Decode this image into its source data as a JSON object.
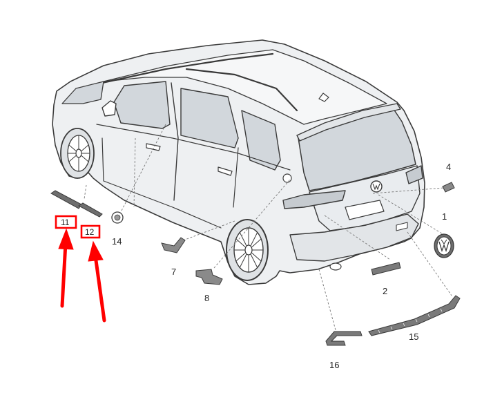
{
  "colors": {
    "outline": "#3a3a3a",
    "body_fill": "#eef0f2",
    "glass_fill": "#d2d7dc",
    "highlight_box": "#ff0000",
    "arrow": "#ff0000",
    "part_fill": "#6e6e6e"
  },
  "callouts": [
    {
      "id": "1",
      "label": "1"
    },
    {
      "id": "2",
      "label": "2"
    },
    {
      "id": "4",
      "label": "4"
    },
    {
      "id": "7",
      "label": "7"
    },
    {
      "id": "8",
      "label": "8"
    },
    {
      "id": "14",
      "label": "14"
    },
    {
      "id": "15",
      "label": "15"
    },
    {
      "id": "16",
      "label": "16"
    }
  ],
  "highlighted_callouts": [
    {
      "id": "11",
      "label": "11"
    },
    {
      "id": "12",
      "label": "12"
    }
  ],
  "icons": [
    "vw-logo-icon",
    "red-arrow-icon"
  ]
}
